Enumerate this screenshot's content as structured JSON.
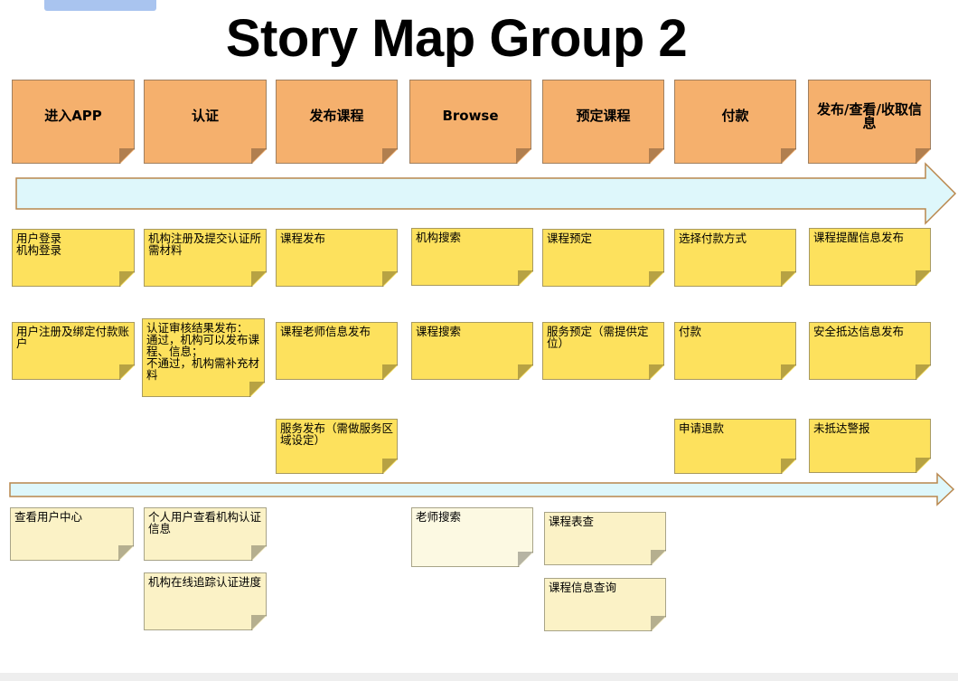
{
  "title": "Story Map Group 2",
  "colors": {
    "header_note": "#f5b06d",
    "task_note": "#fde15d",
    "light_note": "#fbf2c6",
    "lighter_note": "#fcf9e2",
    "arrow_fill": "#def7fb",
    "arrow_stroke": "#b9874d"
  },
  "activities": [
    {
      "label": "进入APP"
    },
    {
      "label": "认证"
    },
    {
      "label": "发布课程"
    },
    {
      "label": "Browse"
    },
    {
      "label": "预定课程"
    },
    {
      "label": "付款"
    },
    {
      "label": "发布/查看/收取信息"
    }
  ],
  "release1": [
    [
      {
        "text": "用户登录\n机构登录"
      },
      {
        "text": "用户注册及绑定付款账户"
      }
    ],
    [
      {
        "text": "机构注册及提交认证所需材料"
      },
      {
        "text": "认证审核结果发布：\n通过，机构可以发布课程、信息；\n不通过，机构需补充材料"
      }
    ],
    [
      {
        "text": "课程发布"
      },
      {
        "text": "课程老师信息发布"
      },
      {
        "text": "服务发布（需做服务区域设定）"
      }
    ],
    [
      {
        "text": "机构搜索"
      },
      {
        "text": "课程搜索"
      }
    ],
    [
      {
        "text": "课程预定"
      },
      {
        "text": "服务预定（需提供定位）"
      }
    ],
    [
      {
        "text": "选择付款方式"
      },
      {
        "text": "付款"
      },
      {
        "text": "申请退款"
      }
    ],
    [
      {
        "text": "课程提醒信息发布"
      },
      {
        "text": "安全抵达信息发布"
      },
      {
        "text": "未抵达警报"
      }
    ]
  ],
  "release2": [
    [
      {
        "text": "查看用户中心"
      }
    ],
    [
      {
        "text": "个人用户查看机构认证信息"
      },
      {
        "text": "机构在线追踪认证进度"
      }
    ],
    [],
    [
      {
        "text": "老师搜索"
      }
    ],
    [
      {
        "text": "课程表查"
      },
      {
        "text": "课程信息查询"
      }
    ],
    [],
    []
  ]
}
